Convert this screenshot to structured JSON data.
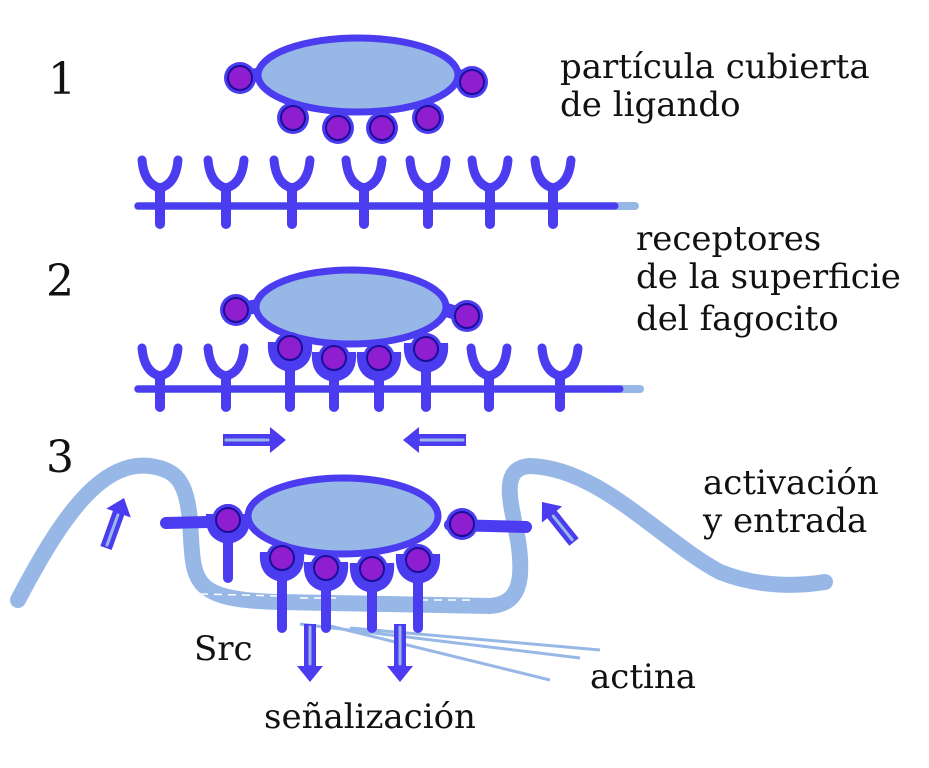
{
  "title": "Fagocitosis mediada por receptores",
  "colors": {
    "receptor": "#4b3cf0",
    "particle_fill": "#97b8e6",
    "ligand": "#8e1ed0",
    "ligand_outline": "#1a0f9a",
    "membrane": "#97b8e6",
    "text": "#111111"
  },
  "steps": [
    {
      "number": "1",
      "label_lines": [
        "partícula cubierta",
        "de ligando"
      ]
    },
    {
      "number": "2",
      "label_lines": [
        "receptores",
        "de la superficie",
        "del fagocito"
      ]
    },
    {
      "number": "3",
      "label_lines": [
        "activación",
        "y entrada"
      ]
    }
  ],
  "annotations": {
    "src": "Src",
    "signaling": "señalización",
    "actin": "actina"
  },
  "counts": {
    "ligands_per_particle": 6,
    "receptors_step1": 7,
    "receptors_step2": 8,
    "receptors_bound_step2": 4,
    "receptors_bound_step3": 6
  }
}
